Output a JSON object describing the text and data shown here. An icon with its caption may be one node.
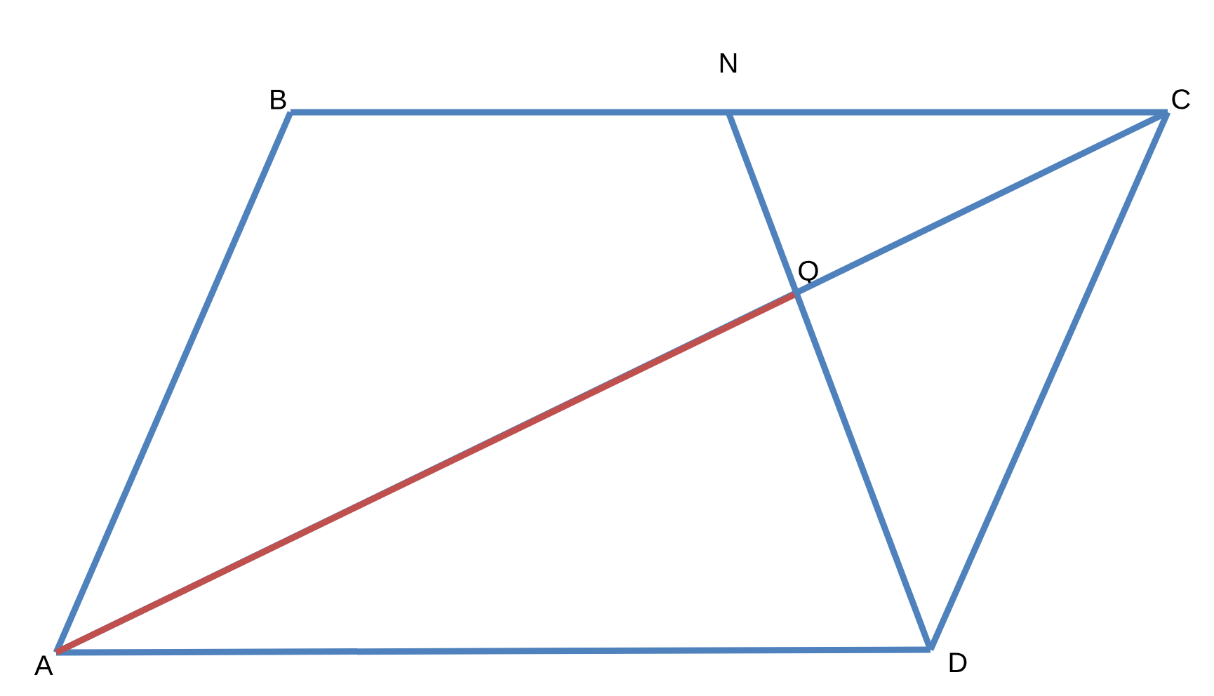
{
  "diagram": {
    "nodes": [
      {
        "text": [
          "B"
        ]
      },
      {
        "text": [
          "N"
        ]
      },
      {
        "text": [
          "C"
        ]
      },
      {
        "text": [
          "Q"
        ]
      },
      {
        "text": [
          "A"
        ]
      },
      {
        "text": [
          "D"
        ]
      }
    ],
    "edges": [
      {
        "from": 0,
        "to": 2,
        "arrow": "none"
      },
      {
        "from": 4,
        "to": 0,
        "arrow": "none"
      },
      {
        "from": 2,
        "to": 5,
        "arrow": "none"
      },
      {
        "from": 4,
        "to": 5,
        "arrow": "none"
      },
      {
        "from": 4,
        "to": 2,
        "arrow": "none"
      },
      {
        "from": 1,
        "to": 5,
        "arrow": "none"
      },
      {
        "from": 4,
        "to": 3,
        "arrow": "none",
        "color": "#c0504d"
      }
    ]
  }
}
